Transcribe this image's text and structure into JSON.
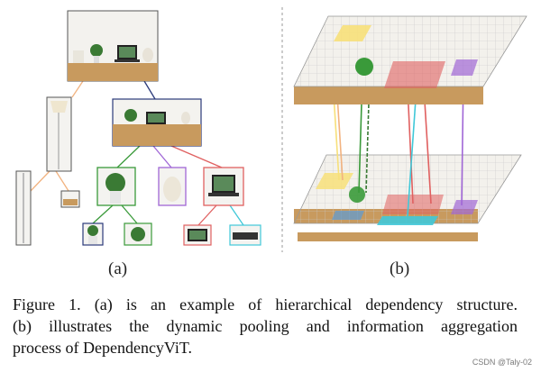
{
  "figure": {
    "panel_a_label": "(a)",
    "panel_b_label": "(b)"
  },
  "caption": {
    "line1": "Figure 1.  (a) is an example of hierarchical dependency structure.",
    "line2": "(b) illustrates the dynamic pooling and information aggregation",
    "line3": "process of DependencyViT."
  },
  "watermark": "CSDN @Taly-02",
  "colors": {
    "orange": "#f2b380",
    "yellow": "#f7e07a",
    "green": "#3a9a3a",
    "purple": "#a066d6",
    "red": "#e06060",
    "cyan": "#40c8d8",
    "navy": "#2b3a7a",
    "wood": "#c89a5e",
    "wall": "#f2f0ec"
  }
}
